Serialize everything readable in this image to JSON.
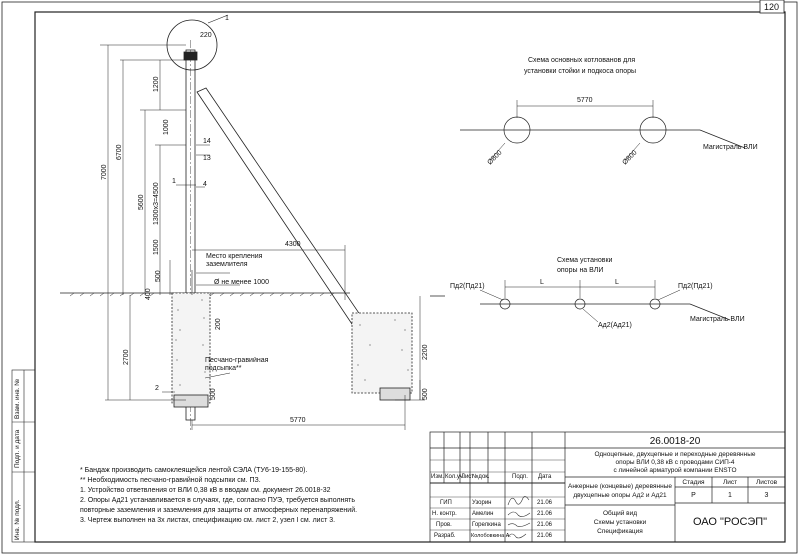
{
  "sheet_number": "120",
  "main": {
    "callout_1": "1",
    "dim_220": "220",
    "dim_7000": "7000",
    "dim_6700": "6700",
    "dim_5600": "5600",
    "dim_1200": "1200",
    "dim_1000": "1000",
    "dim_1300x3": "1300x3=4500",
    "dim_1500": "1500",
    "dim_500": "500",
    "dim_400": "400",
    "dim_2700": "2700",
    "dim_4300": "4300",
    "dim_5770": "5770",
    "dim_2200": "2200",
    "dim_200": "200",
    "dim_500b": "500",
    "dim_500c": "500",
    "callout_14": "14",
    "callout_13": "13",
    "callout_1b": "1",
    "callout_4": "4",
    "callout_2": "2",
    "label_ground": "Место крепления заземлителя",
    "label_depth": "Ø не менее 1000",
    "label_bedding": "Песчано-гравийная подсыпка**"
  },
  "scheme1": {
    "title_line1": "Схема основных котлованов для",
    "title_line2": "установки стойки и подкоса опоры",
    "dim": "5770",
    "d1": "Ø800",
    "d2": "Ø800",
    "label": "Магистраль ВЛИ"
  },
  "scheme2": {
    "title_line1": "Схема установки",
    "title_line2": "опоры на ВЛИ",
    "left": "Пд2(Пд21)",
    "right": "Пд2(Пд21)",
    "span1": "L",
    "span2": "L",
    "middle": "Ад2(Ад21)",
    "label": "Магистраль ВЛИ"
  },
  "notes": [
    "* Бандаж производить самоклеящейся лентой СЭЛА (ТУ6-19-155-80).",
    "** Необходимость песчано-гравийной подсыпки см. ПЗ.",
    "1. Устройство ответвления от ВЛИ 0,38 кВ в вводам см. документ 26.0018-32",
    "2. Опоры Ад21 устанавливается в случаях, где, согласно ПУЭ, требуется выполнять",
    "повторные заземления и заземления для защиты от атмосферных перенапряжений.",
    "3. Чертеж выполнен на 3х листах, спецификацию см. лист 2, узел I см. лист 3."
  ],
  "side_labels": [
    "Инв. № подл.",
    "Подп. и дата",
    "Взам. инв. №"
  ],
  "title_block": {
    "code": "26.0018-20",
    "desc": [
      "Одноцепные, двухцепные и переходные деревянные",
      "опоры ВЛИ 0,38 кВ с проводами СИП-4",
      "с линейной арматурой компании ENSTO"
    ],
    "name": [
      "Анкерные (концевые) деревянные",
      "двухцепные опоры Ад2 и Ад21"
    ],
    "headers": [
      "Изм.",
      "Кол.уч.",
      "Лист",
      "№док.",
      "Подп.",
      "Дата"
    ],
    "stage_label": "Стадия",
    "sheet_label": "Лист",
    "sheets_label": "Листов",
    "stage": "Р",
    "sheet": "1",
    "sheets": "3",
    "people": [
      {
        "role": "ГИП",
        "name": "Узорин",
        "date": "21.06"
      },
      {
        "role": "Н. контр.",
        "name": "Амелин",
        "date": "21.06"
      },
      {
        "role": "Пров.",
        "name": "Горелкина",
        "date": "21.06"
      },
      {
        "role": "Разраб.",
        "name": "Колобовкина А.",
        "date": "21.06"
      }
    ],
    "general": [
      "Общий вид",
      "Схемы установки",
      "Спецификация"
    ],
    "org": "ОАО \"РОСЭП\""
  }
}
